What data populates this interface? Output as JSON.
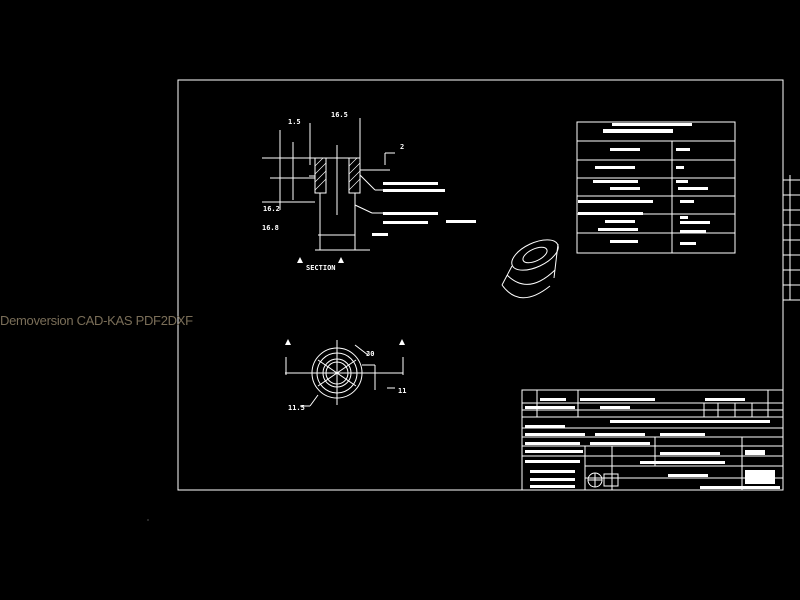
{
  "watermark": "Demoversion CAD-KAS PDF2DXF",
  "colors": {
    "background": "#000000",
    "lines": "#ffffff",
    "watermark": "#4a4234"
  },
  "drawing": {
    "section_label": "SECTION",
    "dims": {
      "d_top": "16.5",
      "w_top": "1.5",
      "h_left": "16.2",
      "h_low": "16.8",
      "angle": "30",
      "right_small": "11",
      "hole_dim": "11.5",
      "note_2": "2"
    }
  }
}
